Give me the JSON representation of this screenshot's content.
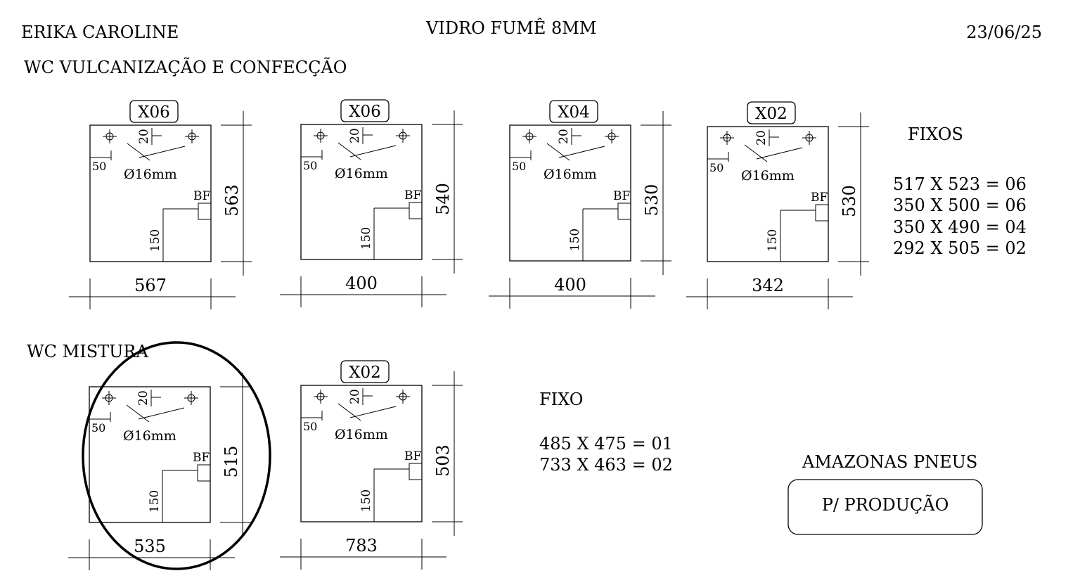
{
  "header": {
    "client": "ERIKA CAROLINE",
    "material": "VIDRO FUMÊ 8MM",
    "date": "23/06/25"
  },
  "sections": [
    {
      "title": "WC VULCANIZAÇÃO E CONFECÇÃO"
    },
    {
      "title": "WC MISTURA"
    }
  ],
  "panels": [
    {
      "qty": "X06",
      "width": "567",
      "height": "563",
      "dim_top": "20",
      "dim_left": "50",
      "dim_bottom": "150",
      "hole": "Ø16mm",
      "mark": "BF"
    },
    {
      "qty": "X06",
      "width": "400",
      "height": "540",
      "dim_top": "20",
      "dim_left": "50",
      "dim_bottom": "150",
      "hole": "Ø16mm",
      "mark": "BF"
    },
    {
      "qty": "X04",
      "width": "400",
      "height": "530",
      "dim_top": "20",
      "dim_left": "50",
      "dim_bottom": "150",
      "hole": "Ø16mm",
      "mark": "BF"
    },
    {
      "qty": "X02",
      "width": "342",
      "height": "530",
      "dim_top": "20",
      "dim_left": "50",
      "dim_bottom": "150",
      "hole": "Ø16mm",
      "mark": "BF"
    },
    {
      "qty": "",
      "width": "535",
      "height": "515",
      "dim_top": "20",
      "dim_left": "50",
      "dim_bottom": "150",
      "hole": "Ø16mm",
      "mark": "BF"
    },
    {
      "qty": "X02",
      "width": "783",
      "height": "503",
      "dim_top": "20",
      "dim_left": "50",
      "dim_bottom": "150",
      "hole": "Ø16mm",
      "mark": "BF"
    }
  ],
  "fixos": {
    "title": "FIXOS",
    "lines": [
      "517 X 523 = 06",
      "350 X 500 = 06",
      "350 X 490 = 04",
      "292 X 505 = 02"
    ]
  },
  "fixo": {
    "title": "FIXO",
    "lines": [
      "485 X 475 = 01",
      "733 X 463 = 02"
    ]
  },
  "company": "AMAZONAS PNEUS",
  "stamp": "P/ PRODUÇÃO"
}
